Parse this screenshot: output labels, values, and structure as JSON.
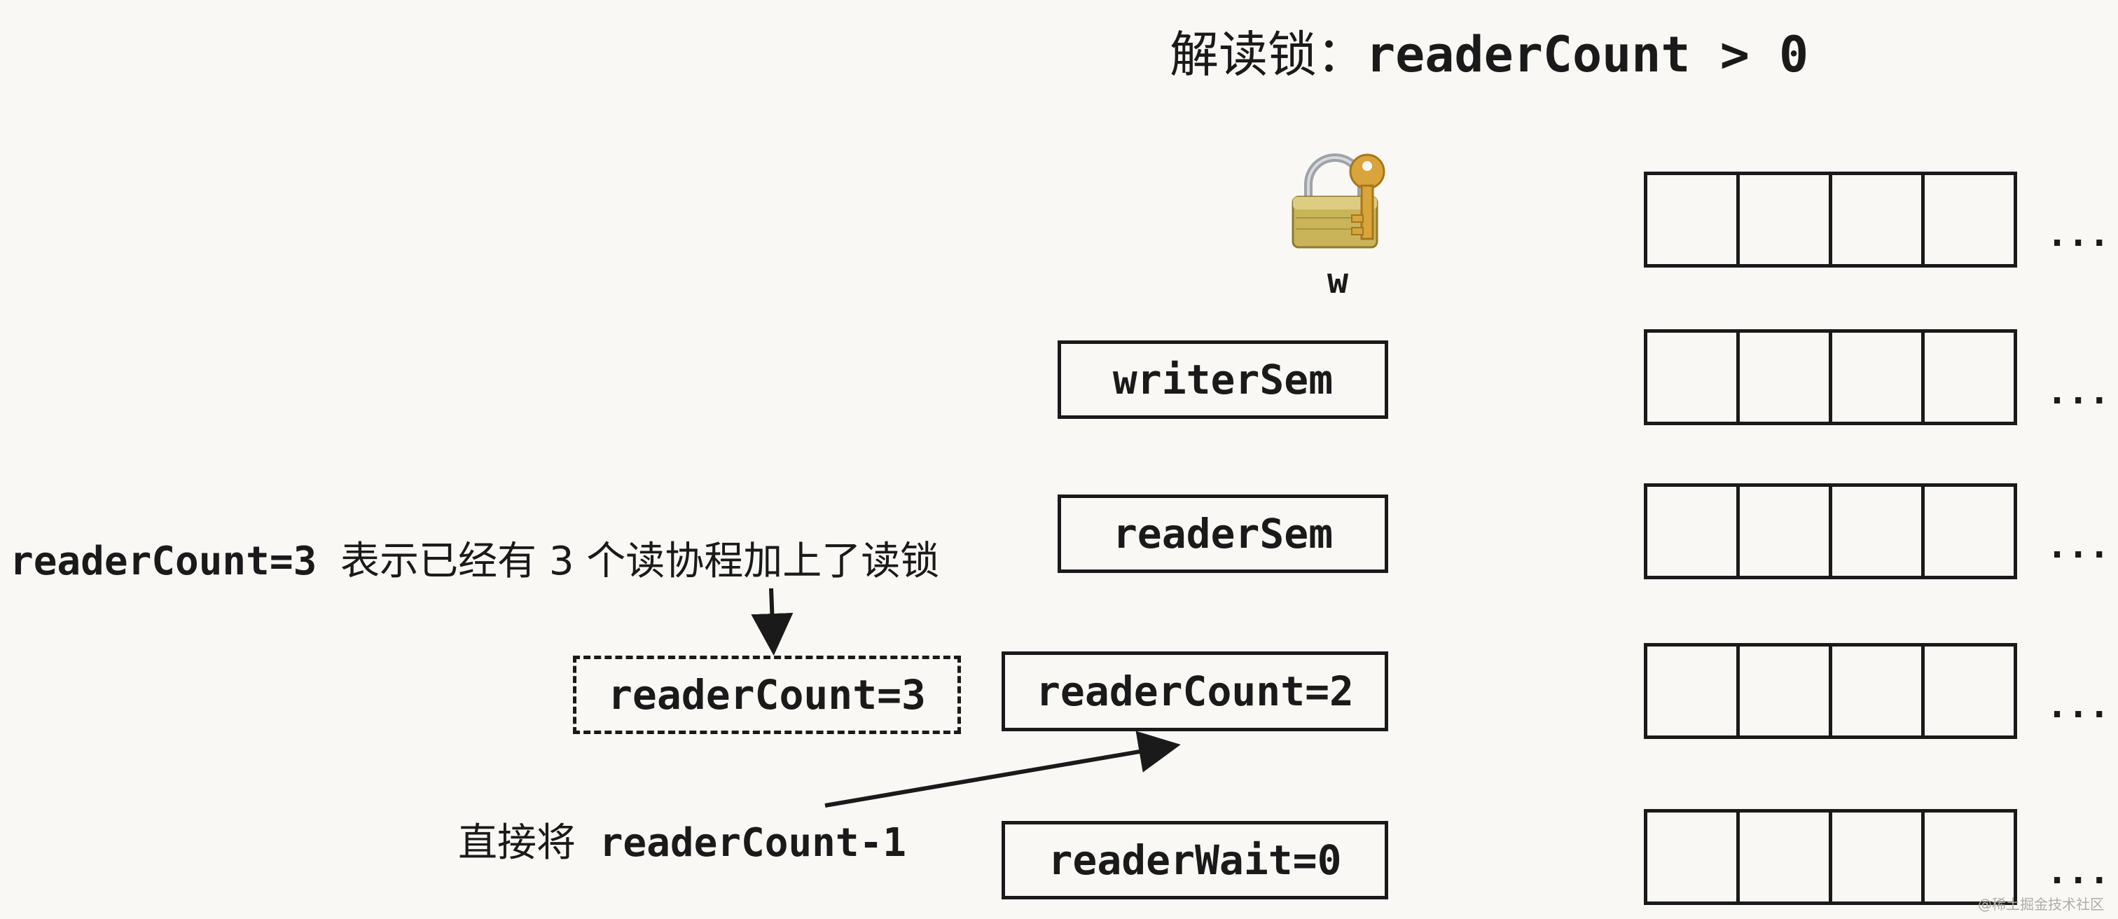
{
  "title": {
    "prefix": "解读锁：",
    "expr": "readerCount > 0"
  },
  "lock": {
    "label": "w"
  },
  "fields": {
    "writerSem": "writerSem",
    "readerSem": "readerSem",
    "readerCount": "readerCount=2",
    "readerWait": "readerWait=0",
    "readerCount_prev": "readerCount=3"
  },
  "annotations": {
    "top_code": "readerCount=3",
    "top_text": "表示已经有 3 个读协程加上了读锁",
    "bottom_text": "直接将",
    "bottom_code": "readerCount-1"
  },
  "queues": [
    {
      "cells": 4,
      "ellipsis": "..."
    },
    {
      "cells": 4,
      "ellipsis": "..."
    },
    {
      "cells": 4,
      "ellipsis": "..."
    },
    {
      "cells": 4,
      "ellipsis": "..."
    },
    {
      "cells": 4,
      "ellipsis": "..."
    }
  ],
  "watermark": "@稀土掘金技术社区",
  "colors": {
    "background": "#faf8f5",
    "stroke": "#1a1a1a",
    "lock_body": "#c9b45a",
    "lock_shackle": "#9ea3a8",
    "key": "#d9a43a"
  }
}
